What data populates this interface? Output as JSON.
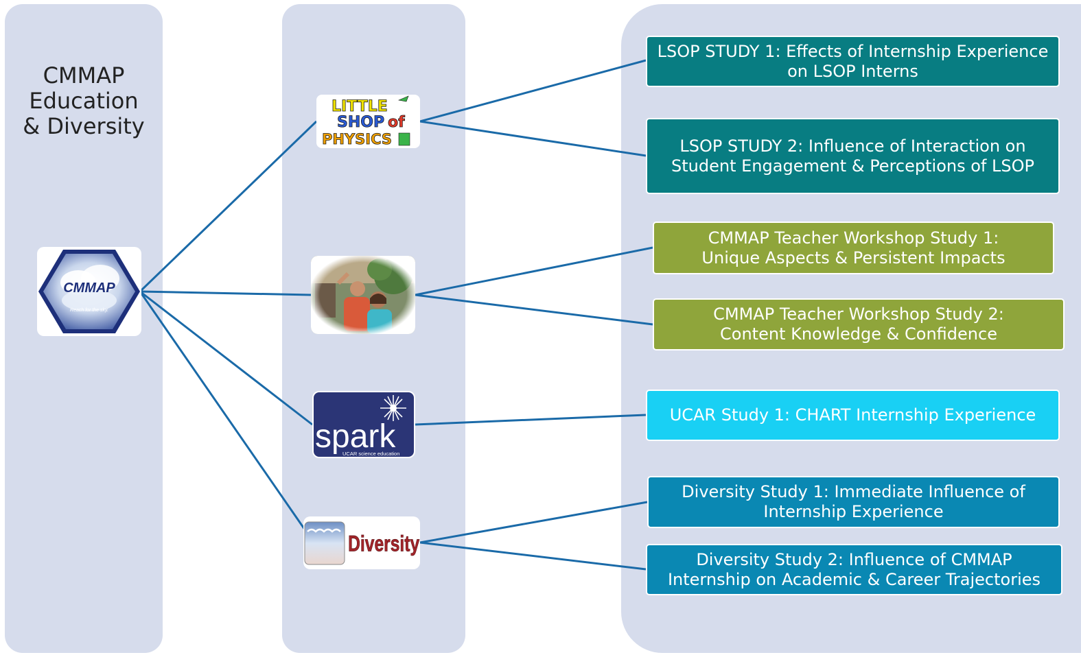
{
  "title": {
    "line1": "CMMAP",
    "line2": "Education",
    "line3": "& Diversity"
  },
  "logos": {
    "cmmap": {
      "text": "CMMAP",
      "tagline": "Reach for the sky."
    },
    "lsop": {
      "line1": "LITTLE",
      "line2": "SHOP",
      "line3": "PHYSICS",
      "of": "of"
    },
    "workshop_photo": {
      "icon": "workshop-photo"
    },
    "spark": {
      "text": "spark",
      "sub": "UCAR science education"
    },
    "diversity": {
      "text": "Diversity"
    }
  },
  "studies": {
    "lsop_1": {
      "line1": "LSOP STUDY 1: Effects of Internship  Experience",
      "line2": "on LSOP Interns"
    },
    "lsop_2": {
      "line1": "LSOP STUDY 2: Influence of Interaction on",
      "line2": "Student Engagement & Perceptions of LSOP"
    },
    "tw_1": {
      "line1": "CMMAP Teacher Workshop Study 1:",
      "line2": "Unique Aspects & Persistent Impacts"
    },
    "tw_2": {
      "line1": "CMMAP Teacher Workshop Study 2:",
      "line2": "Content Knowledge & Confidence"
    },
    "ucar_1": {
      "line1": "UCAR Study 1: CHART Internship Experience"
    },
    "div_1": {
      "line1": "Diversity Study 1: Immediate Influence of",
      "line2": "Internship Experience"
    },
    "div_2": {
      "line1": "Diversity Study 2: Influence of CMMAP",
      "line2": "Internship on Academic & Career Trajectories"
    }
  },
  "colors": {
    "panel": "#d6dcec",
    "connector": "#1a6aa8",
    "lsop": "#087d82",
    "teacher_workshop": "#8fa53b",
    "ucar": "#19d0f4",
    "diversity": "#0a88b3"
  }
}
